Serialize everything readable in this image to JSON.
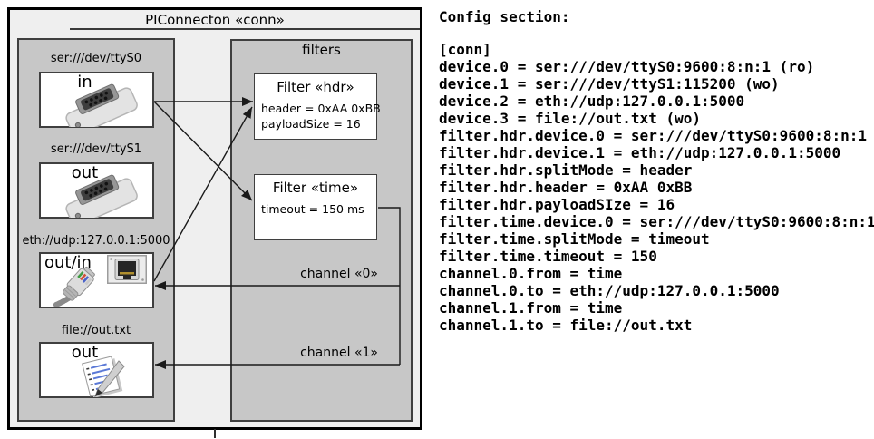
{
  "diagram": {
    "title": "PIConnecton «conn»",
    "devices": [
      {
        "label": "ser:///dev/ttyS0",
        "port": "in",
        "icon": "serial-connector"
      },
      {
        "label": "ser:///dev/ttyS1",
        "port": "out",
        "icon": "serial-connector"
      },
      {
        "label": "eth://udp:127.0.0.1:5000",
        "port": "out/in",
        "icon": "ethernet-connector"
      },
      {
        "label": "file://out.txt",
        "port": "out",
        "icon": "notepad-pencil"
      }
    ],
    "filters_title": "filters",
    "filters": [
      {
        "title": "Filter «hdr»",
        "line1": "header = 0xAA 0xBB",
        "line2": "payloadSize = 16"
      },
      {
        "title": "Filter «time»",
        "line1": "timeout = 150 ms",
        "line2": ""
      }
    ],
    "channels": [
      {
        "label": "channel «0»"
      },
      {
        "label": "channel «1»"
      }
    ]
  },
  "config": {
    "heading": "Config section:",
    "lines": [
      "[conn]",
      "device.0 = ser:///dev/ttyS0:9600:8:n:1 (ro)",
      "device.1 = ser:///dev/ttyS1:115200 (wo)",
      "device.2 = eth://udp:127.0.0.1:5000",
      "device.3 = file://out.txt (wo)",
      "filter.hdr.device.0 = ser:///dev/ttyS0:9600:8:n:1",
      "filter.hdr.device.1 = eth://udp:127.0.0.1:5000",
      "filter.hdr.splitMode = header",
      "filter.hdr.header = 0xAA 0xBB",
      "filter.hdr.payloadSIze = 16",
      "filter.time.device.0 = ser:///dev/ttyS0:9600:8:n:1",
      "filter.time.splitMode = timeout",
      "filter.time.timeout = 150",
      "channel.0.from = time",
      "channel.0.to = eth://udp:127.0.0.1:5000",
      "channel.1.from = time",
      "channel.1.to = file://out.txt"
    ]
  },
  "colors": {
    "outer_fill": "#efefef",
    "group_fill": "#c7c7c7",
    "card_fill": "#ffffff",
    "border_dark": "#000000",
    "border_gray": "#3f3f3f",
    "arrow_line": "#1a1a1a",
    "note_line_blue": "#5b79d6"
  }
}
